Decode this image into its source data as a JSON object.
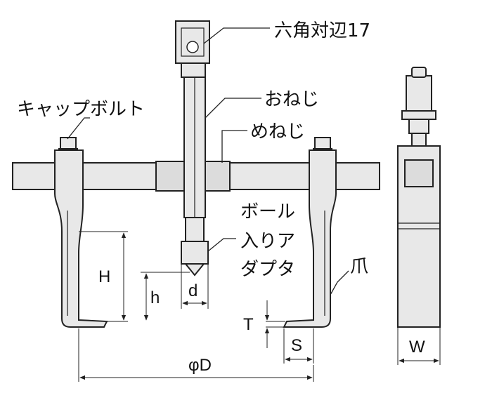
{
  "labels": {
    "hex": "六角対辺17",
    "cap_bolt": "キャップボルト",
    "male_thread": "おねじ",
    "female_thread": "めねじ",
    "ball_adapter_1": "ボール",
    "ball_adapter_2": "入りア",
    "ball_adapter_3": "ダプタ",
    "claw": "爪"
  },
  "dimensions": {
    "H": "H",
    "h": "h",
    "d": "d",
    "T": "T",
    "S": "S",
    "D": "φD",
    "W": "W"
  }
}
